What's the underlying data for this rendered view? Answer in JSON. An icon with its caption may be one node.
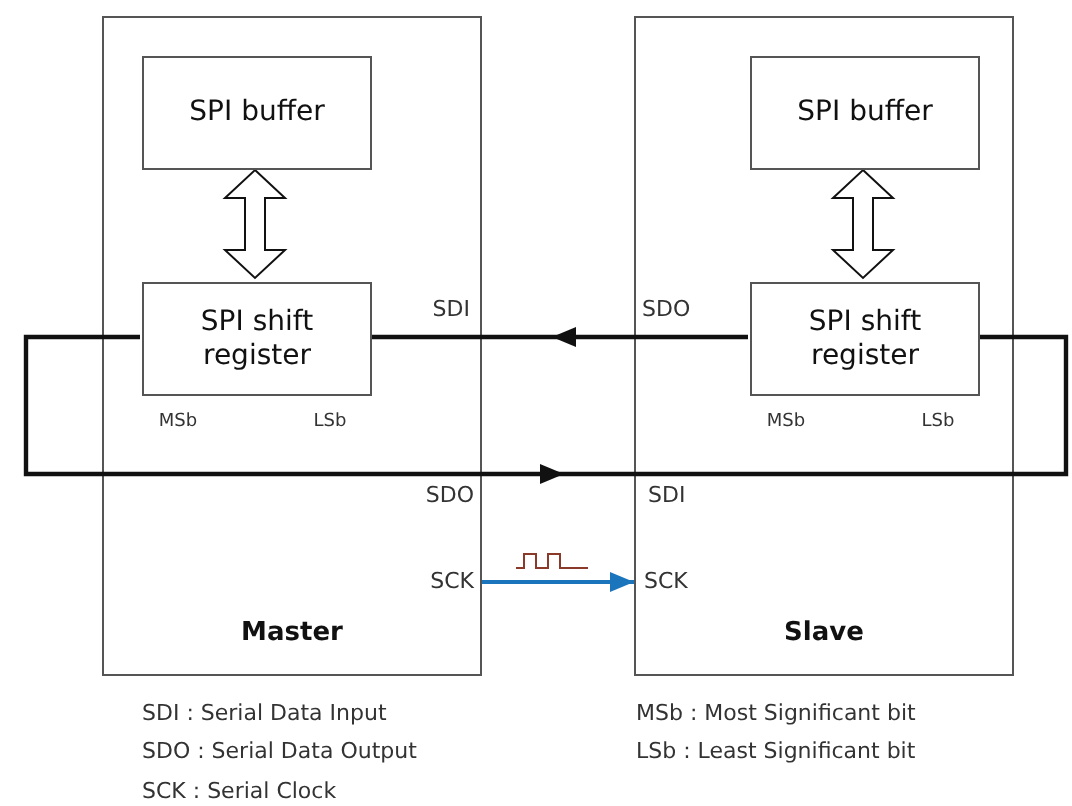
{
  "diagram": {
    "nodes": [
      {
        "text": [
          "Master"
        ]
      },
      {
        "text": [
          "SPI buffer"
        ],
        "in": 0
      },
      {
        "text": [
          "SPI shift register"
        ],
        "in": 0
      },
      {
        "text": [
          "Slave"
        ]
      },
      {
        "text": [
          "SPI buffer"
        ],
        "in": 3
      },
      {
        "text": [
          "SPI shift register"
        ],
        "in": 3
      }
    ],
    "edges": [
      {
        "from": 1,
        "to": 2,
        "arrow": "both",
        "style": "thick"
      },
      {
        "from": 4,
        "to": 5,
        "arrow": "both",
        "style": "thick"
      },
      {
        "from": 5,
        "to": 2,
        "arrow": "to"
      },
      {
        "from": 2,
        "to": 5,
        "arrow": "to"
      },
      {
        "from": 0,
        "to": 3,
        "arrow": "to",
        "color": "#1b75bc"
      }
    ],
    "labels": [
      "SDI",
      "SDO",
      "MSb",
      "LSb",
      "MSb",
      "LSb",
      "SDO",
      "SDI",
      "SCK",
      "SCK",
      "SDI : Serial Data Input",
      "MSb : Most Significant bit",
      "SDO : Serial Data Output",
      "LSb : Least Significant bit",
      "SCK : Serial Clock"
    ]
  }
}
